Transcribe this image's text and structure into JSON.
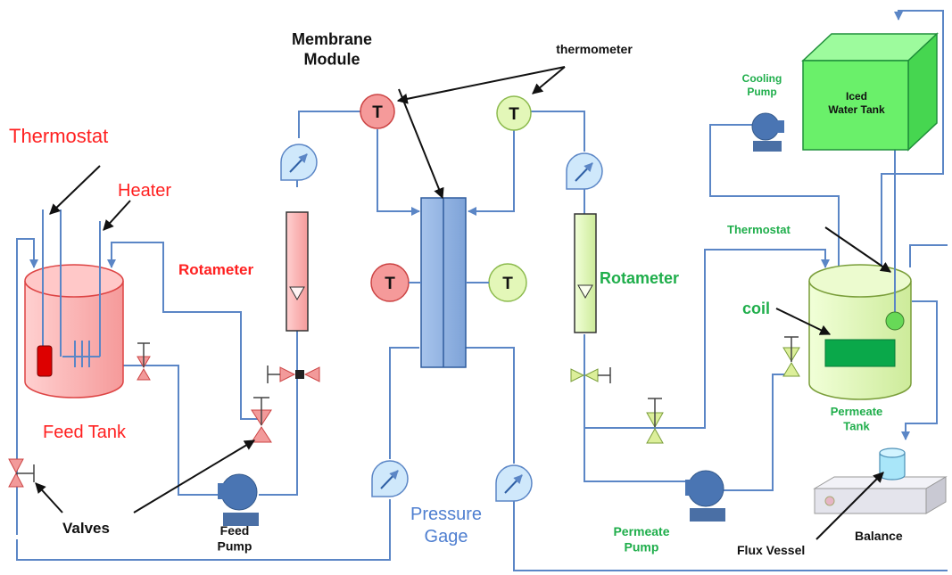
{
  "labels": {
    "membrane_module": "Membrane\nModule",
    "thermometer": "thermometer",
    "thermostat_feed": "Thermostat",
    "heater": "Heater",
    "rotameter_feed": "Rotameter",
    "rotameter_permeate": "Rotameter",
    "feed_tank": "Feed Tank",
    "valves": "Valves",
    "feed_pump": "Feed\nPump",
    "pressure_gage": "Pressure\nGage",
    "permeate_pump": "Permeate\nPump",
    "flux_vessel": "Flux Vessel",
    "balance": "Balance",
    "cooling_pump": "Cooling\nPump",
    "iced_water_tank": "Iced\nWater Tank",
    "thermostat_permeate": "Thermostat",
    "coil": "coil",
    "permeate_tank": "Permeate\nTank"
  },
  "thermometer_symbol": "T",
  "colors": {
    "pipe": "#5b86c6",
    "feed_red": "#ff2020",
    "permeate_green": "#1fae4b",
    "label_blue": "#4f7fd0",
    "ice_green": "#66ee66"
  }
}
